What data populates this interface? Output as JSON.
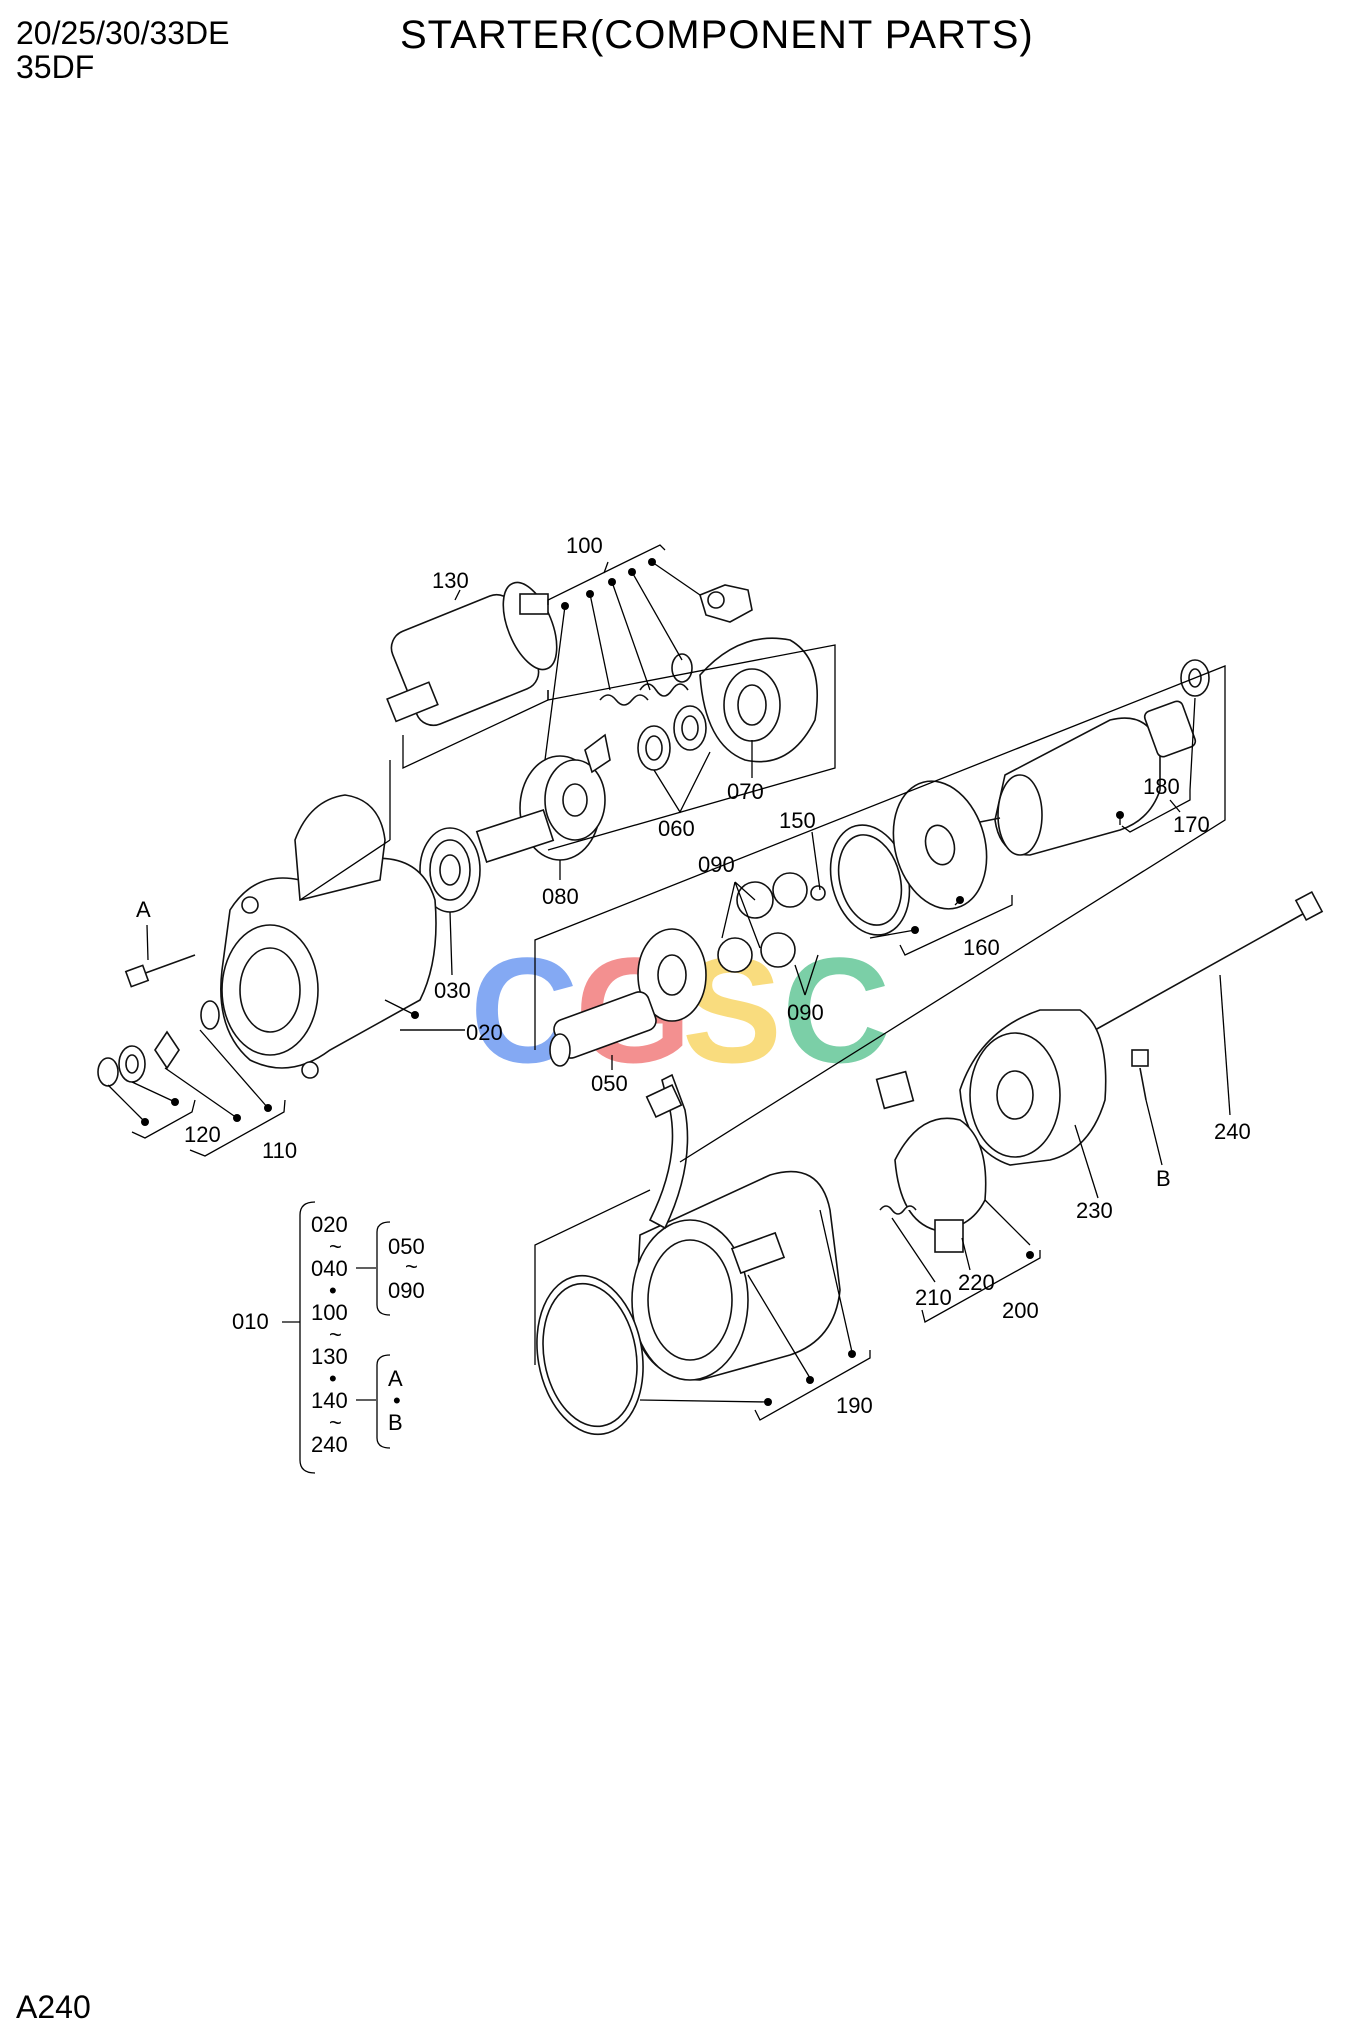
{
  "header": {
    "model_line1": "20/25/30/33DE",
    "model_line2": "35DF",
    "title": "STARTER(COMPONENT PARTS)"
  },
  "footer": {
    "page_code": "A240"
  },
  "watermark": {
    "letters": [
      "C",
      "G",
      "S",
      "C"
    ],
    "colors": [
      "#5b8def",
      "#ef6b6b",
      "#f7d154",
      "#4fbf8a"
    ]
  },
  "callouts": {
    "p130": "130",
    "p100": "100",
    "pA1": "A",
    "p030": "030",
    "p080": "080",
    "p060": "060",
    "p070": "070",
    "p150": "150",
    "p090a": "090",
    "p090b": "090",
    "p180": "180",
    "p170": "170",
    "p160": "160",
    "p020": "020",
    "p050": "050",
    "p120": "120",
    "p110": "110",
    "p240": "240",
    "pB1": "B",
    "p230": "230",
    "p220": "220",
    "p210": "210",
    "p200": "200",
    "p190": "190"
  },
  "legend": {
    "root": "010",
    "col1": [
      "020",
      "~",
      "040",
      "•",
      "100",
      "~",
      "130",
      "•",
      "140",
      "~",
      "240"
    ],
    "sub1": [
      "050",
      "~",
      "090"
    ],
    "sub2": [
      "A",
      "•",
      "B"
    ]
  }
}
